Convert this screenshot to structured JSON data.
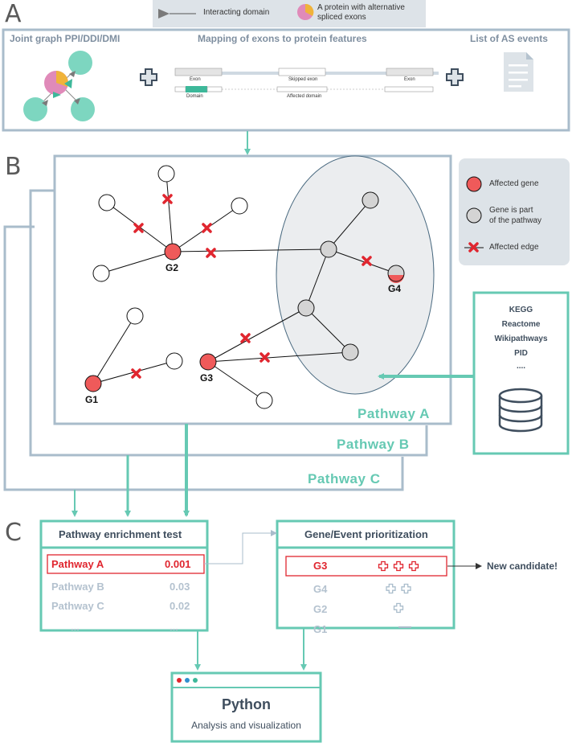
{
  "sections": {
    "a": "A",
    "b": "B",
    "c": "C"
  },
  "legend_top": {
    "interacting_domain": "Interacting domain",
    "protein_alt": "A protein with alternative spliced exons"
  },
  "panel_a": {
    "joint_graph": "Joint graph PPI/DDI/DMI",
    "mapping": "Mapping of exons to protein features",
    "list_as": "List of AS events",
    "exon_left": "Exon",
    "skipped_exon": "Skipped exon",
    "exon_right": "Exon",
    "domain": "Domain",
    "affected_domain": "Affected domain"
  },
  "legend_b": {
    "affected_gene": "Affected gene",
    "gene_part_line1": "Gene is part",
    "gene_part_line2": "of the pathway",
    "affected_edge": "Affected edge"
  },
  "nodes": {
    "g1": "G1",
    "g2": "G2",
    "g3": "G3",
    "g4": "G4"
  },
  "databases": [
    "KEGG",
    "Reactome",
    "Wikipathways",
    "PID",
    "...."
  ],
  "pathways": {
    "a": "Pathway A",
    "b": "Pathway B",
    "c": "Pathway C"
  },
  "enrichment": {
    "title": "Pathway enrichment test",
    "rows": [
      {
        "name": "Pathway A",
        "value": "0.001"
      },
      {
        "name": "Pathway B",
        "value": "0.03"
      },
      {
        "name": "Pathway C",
        "value": "0.02"
      },
      {
        "name": "...",
        "value": "..."
      }
    ]
  },
  "prioritization": {
    "title": "Gene/Event prioritization",
    "rows": [
      {
        "gene": "G3",
        "score": 3
      },
      {
        "gene": "G4",
        "score": 2
      },
      {
        "gene": "G2",
        "score": 1
      },
      {
        "gene": "G1",
        "score": 0
      }
    ],
    "new_candidate": "New candidate!"
  },
  "python": {
    "title": "Python",
    "subtitle": "Analysis and visualization"
  },
  "colors": {
    "teal": "#66c9b3",
    "frame": "#a9bccb",
    "red": "#e0262f",
    "node_red": "#ef5a5a",
    "gray_node": "#d4d4d4",
    "panel_gray": "#dde3e8",
    "dark_text": "#3f4e5e",
    "muted_text": "#b4c2cf",
    "orange": "#f0b33a",
    "pink": "#e08ab9"
  }
}
